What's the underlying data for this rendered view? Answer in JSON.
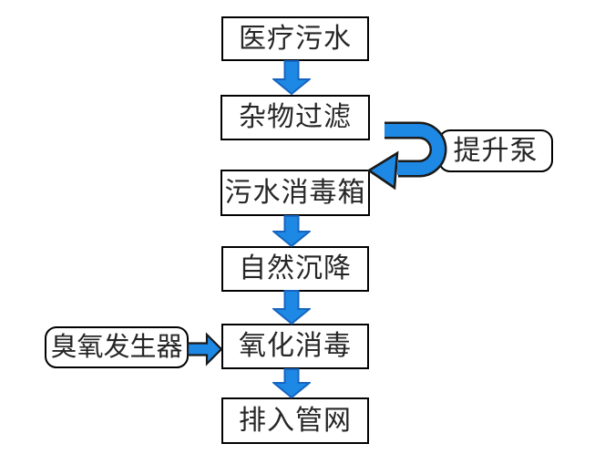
{
  "flowchart": {
    "nodes": [
      {
        "id": "medical-wastewater",
        "label": "医疗污水",
        "shape": "rect"
      },
      {
        "id": "debris-filtration",
        "label": "杂物过滤",
        "shape": "rect"
      },
      {
        "id": "sewage-disinfection-tank",
        "label": "污水消毒箱",
        "shape": "rect"
      },
      {
        "id": "natural-sedimentation",
        "label": "自然沉降",
        "shape": "rect"
      },
      {
        "id": "oxidation-disinfection",
        "label": "氧化消毒",
        "shape": "rect"
      },
      {
        "id": "discharge-pipe-network",
        "label": "排入管网",
        "shape": "rect"
      }
    ],
    "side_nodes": [
      {
        "id": "lift-pump",
        "label": "提升泵",
        "shape": "rounded"
      },
      {
        "id": "ozone-generator",
        "label": "臭氧发生器",
        "shape": "rounded"
      }
    ],
    "edges": [
      {
        "from": "medical-wastewater",
        "to": "debris-filtration",
        "style": "block-arrow-down"
      },
      {
        "from": "debris-filtration",
        "to": "sewage-disinfection-tank",
        "style": "curved-arrow-right",
        "via_label": "提升泵"
      },
      {
        "from": "sewage-disinfection-tank",
        "to": "natural-sedimentation",
        "style": "block-arrow-down"
      },
      {
        "from": "natural-sedimentation",
        "to": "oxidation-disinfection",
        "style": "block-arrow-down"
      },
      {
        "from": "ozone-generator",
        "to": "oxidation-disinfection",
        "style": "block-arrow-right"
      },
      {
        "from": "oxidation-disinfection",
        "to": "discharge-pipe-network",
        "style": "block-arrow-down"
      }
    ],
    "colors": {
      "arrow_fill": "#1E88E5",
      "arrow_edge": "#1565C0",
      "outline": "#1A1A1A",
      "node_border": "#000000",
      "text": "#262626",
      "background": "#FFFFFF"
    }
  }
}
